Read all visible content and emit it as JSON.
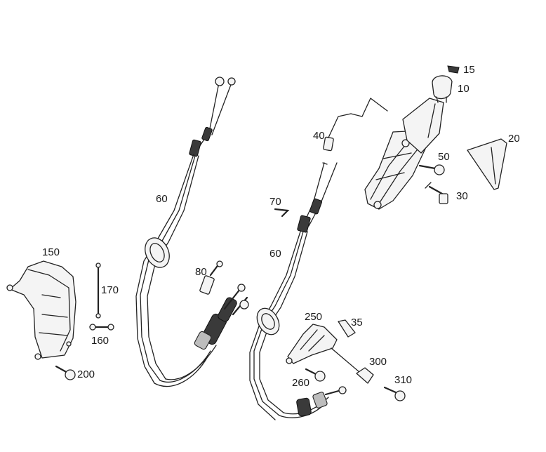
{
  "callouts": {
    "c10": "10",
    "c15": "15",
    "c20": "20",
    "c30": "30",
    "c35": "35",
    "c40": "40",
    "c50": "50",
    "c60a": "60",
    "c60b": "60",
    "c70": "70",
    "c80": "80",
    "c150": "150",
    "c160": "160",
    "c170": "170",
    "c200": "200",
    "c250": "250",
    "c260": "260",
    "c300": "300",
    "c310": "310"
  }
}
